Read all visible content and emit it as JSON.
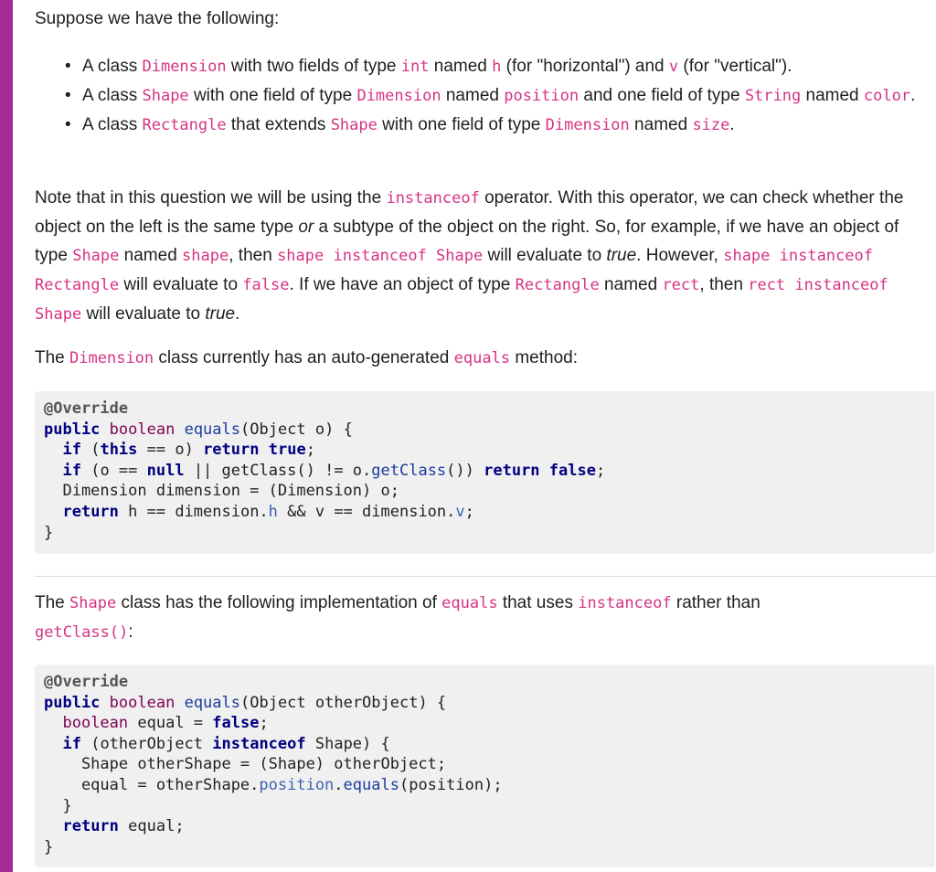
{
  "intro": "Suppose we have the following:",
  "bullets": {
    "b1": {
      "t1": "A class ",
      "c1": "Dimension",
      "t2": " with two fields of type ",
      "c2": "int",
      "t3": " named ",
      "c3": "h",
      "t4": " (for \"horizontal\") and ",
      "c4": "v",
      "t5": " (for \"vertical\")."
    },
    "b2": {
      "t1": "A class ",
      "c1": "Shape",
      "t2": " with one field of type ",
      "c2": "Dimension",
      "t3": " named ",
      "c3": "position",
      "t4": " and one field of type ",
      "c4": "String",
      "t5": " named ",
      "c5": "color",
      "t6": "."
    },
    "b3": {
      "t1": "A class ",
      "c1": "Rectangle",
      "t2": " that extends ",
      "c2": "Shape",
      "t3": " with one field of type ",
      "c3": "Dimension",
      "t4": " named ",
      "c4": "size",
      "t5": "."
    }
  },
  "note": {
    "t1": "Note that in this question we will be using the ",
    "c1": "instanceof",
    "t2": " operator. With this operator, we can check whether the object on the left is the same type ",
    "i1": "or",
    "t3": " a subtype of the object on the right. So, for example, if we have an object of type ",
    "c2": "Shape",
    "t4": " named ",
    "c3": "shape",
    "t5": ", then ",
    "c4": "shape instanceof Shape",
    "t6": " will evaluate to ",
    "i2": "true",
    "t7": ". However, ",
    "c5": "shape instanceof Rectangle",
    "t8": " will evaluate to ",
    "c6": "false",
    "t9": ". If we have an object of type ",
    "c7": "Rectangle",
    "t10": " named ",
    "c8": "rect",
    "t11": ", then ",
    "c9": "rect instanceof Shape",
    "t12": " will evaluate to ",
    "i3": "true",
    "t13": "."
  },
  "dim_para": {
    "t1": "The ",
    "c1": "Dimension",
    "t2": " class currently has an auto-generated ",
    "c2": "equals",
    "t3": " method:"
  },
  "shape_para": {
    "t1": "The ",
    "c1": "Shape",
    "t2": " class has the following implementation of ",
    "c2": "equals",
    "t3": " that uses ",
    "c3": "instanceof",
    "t4": " rather than ",
    "c4": "getClass()",
    "t5": ":"
  },
  "code1": [
    "@Override",
    "public boolean equals(Object o) {",
    "  if (this == o) return true;",
    "  if (o == null || getClass() != o.getClass()) return false;",
    "  Dimension dimension = (Dimension) o;",
    "  return h == dimension.h && v == dimension.v;",
    "}"
  ],
  "code2": [
    "@Override",
    "public boolean equals(Object otherObject) {",
    "  boolean equal = false;",
    "  if (otherObject instanceof Shape) {",
    "    Shape otherShape = (Shape) otherObject;",
    "    equal = otherShape.position.equals(position);",
    "  }",
    "  return equal;",
    "}"
  ]
}
